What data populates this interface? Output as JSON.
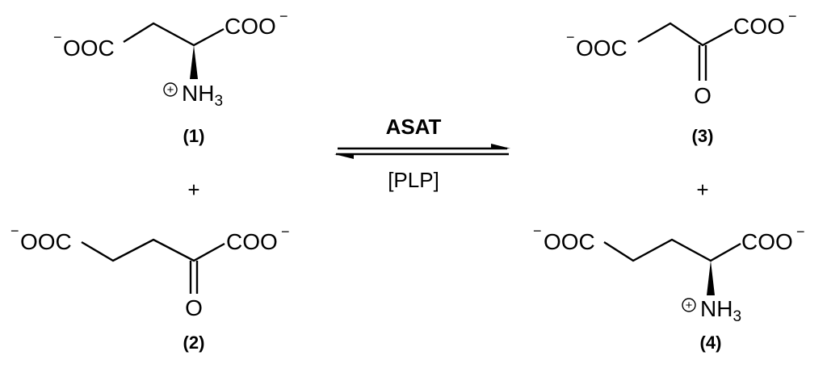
{
  "reaction": {
    "enzyme": "ASAT",
    "cofactor": "[PLP]",
    "plus": "+"
  },
  "molecules": {
    "m1": {
      "label": "(1)",
      "left_group": "OOC",
      "right_group": "COO",
      "charge_minus": "−",
      "amine": "NH",
      "amine_sub": "3",
      "plus_charge": "+"
    },
    "m2": {
      "label": "(2)",
      "left_group": "OOC",
      "right_group": "COO",
      "charge_minus": "−",
      "oxygen": "O"
    },
    "m3": {
      "label": "(3)",
      "left_group": "OOC",
      "right_group": "COO",
      "charge_minus": "−",
      "oxygen": "O"
    },
    "m4": {
      "label": "(4)",
      "left_group": "OOC",
      "right_group": "COO",
      "charge_minus": "−",
      "amine": "NH",
      "amine_sub": "3",
      "plus_charge": "+"
    }
  }
}
